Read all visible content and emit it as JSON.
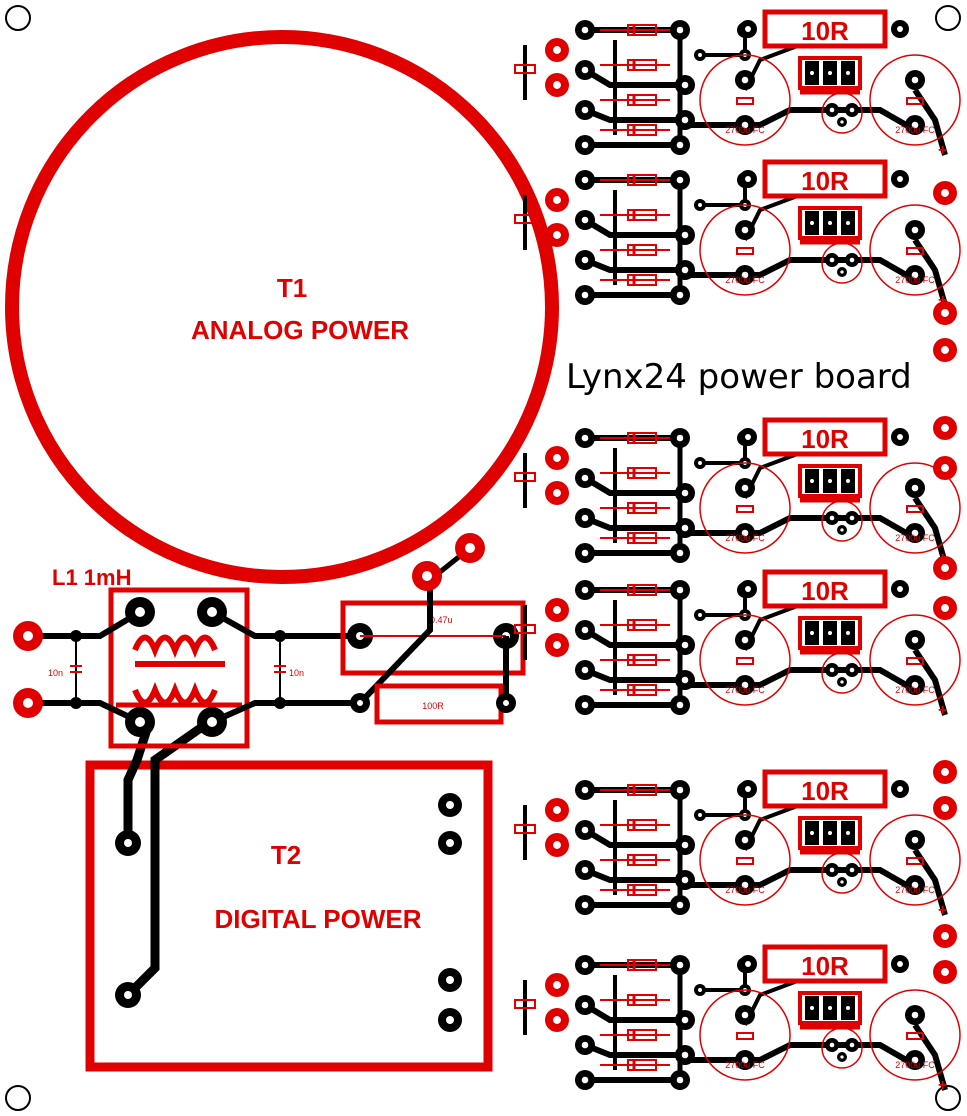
{
  "board": {
    "title": "Lynx24 power board",
    "colors": {
      "copper": "#000000",
      "silk": "#e00000",
      "background": "#ffffff"
    }
  },
  "t1": {
    "ref": "T1",
    "name": "ANALOG POWER"
  },
  "t2": {
    "ref": "T2",
    "name": "DIGITAL POWER"
  },
  "l1": {
    "label": "L1 1mH"
  },
  "filter": {
    "cap_left": "10n",
    "cap_right": "10n",
    "resistor": "100R",
    "cap_mid": "0.47u"
  },
  "regulator": {
    "resistor": "10R",
    "capacitor": "2700u FC",
    "polarity": "+"
  }
}
